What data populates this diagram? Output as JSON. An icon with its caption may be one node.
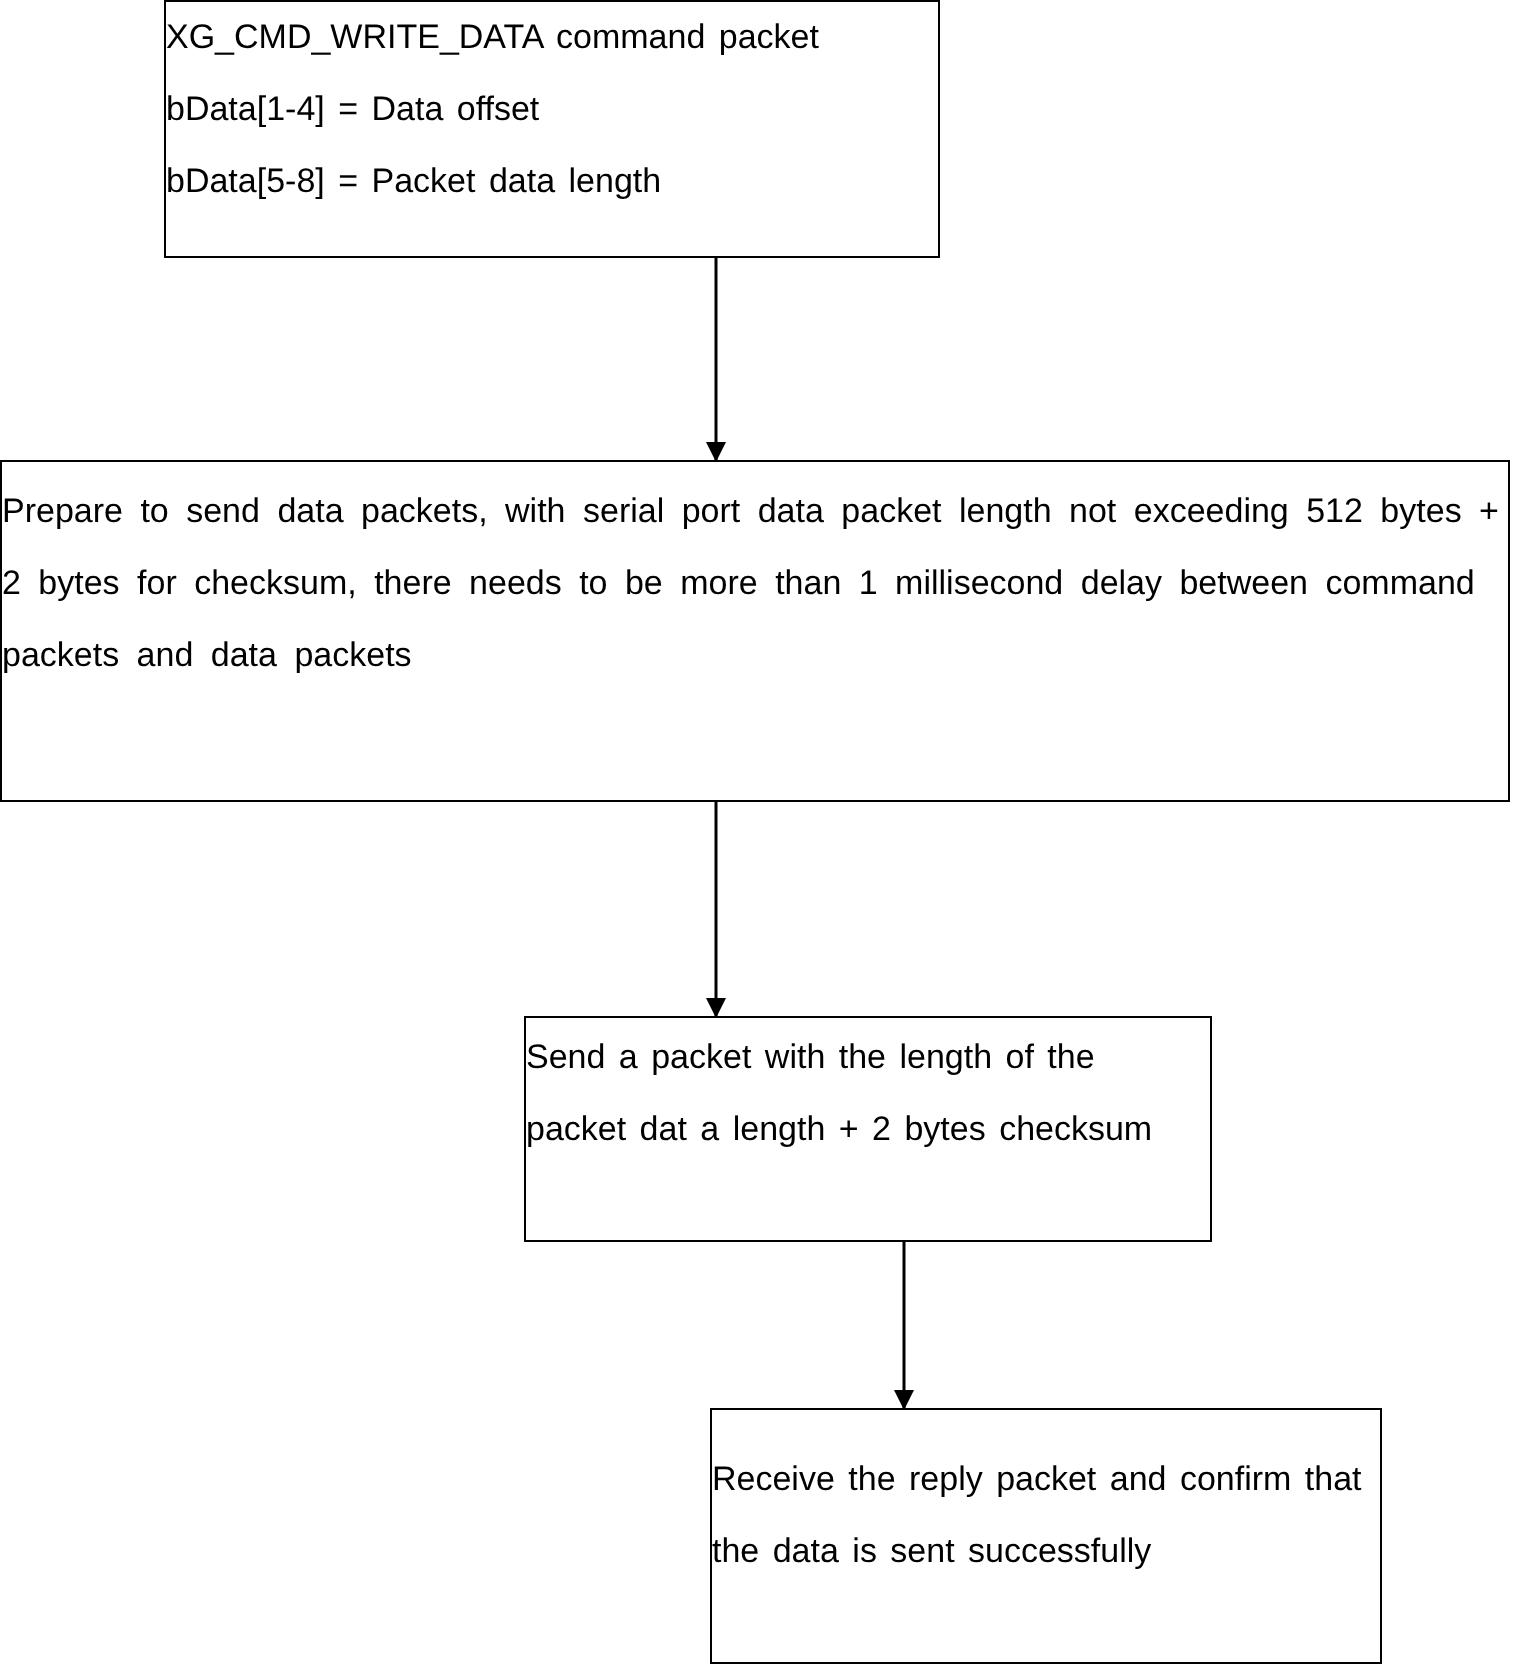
{
  "diagram": {
    "nodes": [
      {
        "text": [
          "XG_CMD_WRITE_DATA command packet",
          "bData[1-4] = Data offset",
          "bData[5-8] = Packet data length"
        ]
      },
      {
        "text": [
          "Prepare to send data packets, with serial port data packet length not exceeding 512 bytes + 2 bytes for checksum, there needs to be more than 1 millisecond delay between command packets and data packets"
        ]
      },
      {
        "text": [
          "Send a packet with the length of the packet dat a length + 2 bytes checksum"
        ]
      },
      {
        "text": [
          "Receive the reply packet and confirm that the data is sent successfully"
        ]
      }
    ],
    "edges": [
      {
        "from": 0,
        "to": 1,
        "arrow": "to"
      },
      {
        "from": 1,
        "to": 2,
        "arrow": "to"
      },
      {
        "from": 2,
        "to": 3,
        "arrow": "to"
      }
    ]
  }
}
